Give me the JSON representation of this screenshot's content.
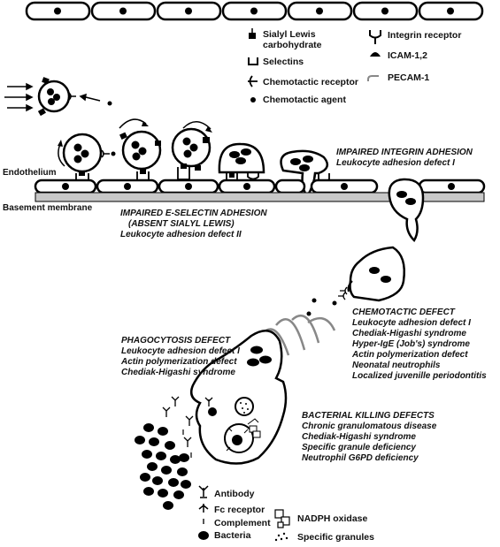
{
  "legend_top": {
    "sialyl_lewis": "Sialyl Lewis carbohydrate",
    "selectins": "Selectins",
    "chemotactic_receptor": "Chemotactic receptor",
    "chemotactic_agent": "Chemotactic agent",
    "integrin_receptor": "Integrin receptor",
    "icam": "ICAM-1,2",
    "pecam": "PECAM-1"
  },
  "labels": {
    "endothelium": "Endothelium",
    "basement_membrane": "Basement membrane"
  },
  "defects": {
    "integrin": {
      "title": "IMPAIRED INTEGRIN ADHESION",
      "items": [
        "Leukocyte adhesion defect I"
      ]
    },
    "selectin": {
      "title_line1": "IMPAIRED E-SELECTIN ADHESION",
      "title_line2": "(ABSENT SIALYL LEWIS)",
      "items": [
        "Leukocyte adhesion defect II"
      ]
    },
    "chemotactic": {
      "title": "CHEMOTACTIC DEFECT",
      "items": [
        "Leukocyte adhesion defect I",
        "Chediak-Higashi syndrome",
        "Hyper-IgE (Job's) syndrome",
        "Actin polymerization defect",
        "Neonatal neutrophils",
        "Localized juvenille periodontitis"
      ]
    },
    "phagocytosis": {
      "title": "PHAGOCYTOSIS DEFECT",
      "items": [
        "Leukocyte adhesion defect I",
        "Actin polymerization defect",
        "Chediak-Higashi syndrome"
      ]
    },
    "killing": {
      "title": "BACTERIAL KILLING DEFECTS",
      "items": [
        "Chronic granulomatous disease",
        "Chediak-Higashi syndrome",
        "Specific granule deficiency",
        "Neutrophil G6PD deficiency"
      ]
    }
  },
  "legend_bottom": {
    "antibody": "Antibody",
    "fc_receptor": "Fc receptor",
    "complement": "Complement",
    "bacteria": "Bacteria",
    "nadph": "NADPH oxidase",
    "granules": "Specific granules"
  }
}
